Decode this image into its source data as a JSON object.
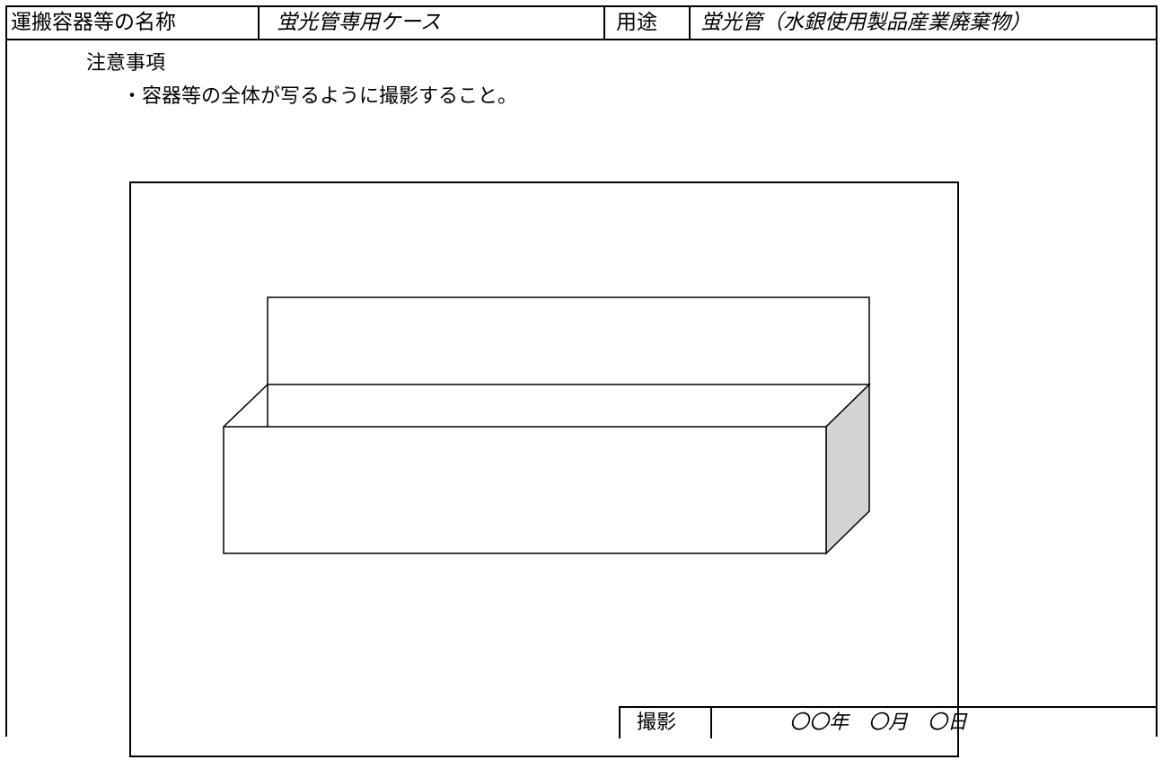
{
  "header": {
    "container_name_label": "運搬容器等の名称",
    "container_name_value": "蛍光管専用ケース",
    "usage_label": "用途",
    "usage_value": "蛍光管（水銀使用製品産業廃棄物）"
  },
  "notes": {
    "title": "注意事項",
    "items": [
      "・容器等の全体が写るように撮影すること。"
    ]
  },
  "footer": {
    "photo_label": "撮影",
    "date_value": "〇〇年　〇月　〇日"
  },
  "colors": {
    "line": "#000000",
    "side_fill": "#d3d3d3",
    "background": "#ffffff"
  }
}
